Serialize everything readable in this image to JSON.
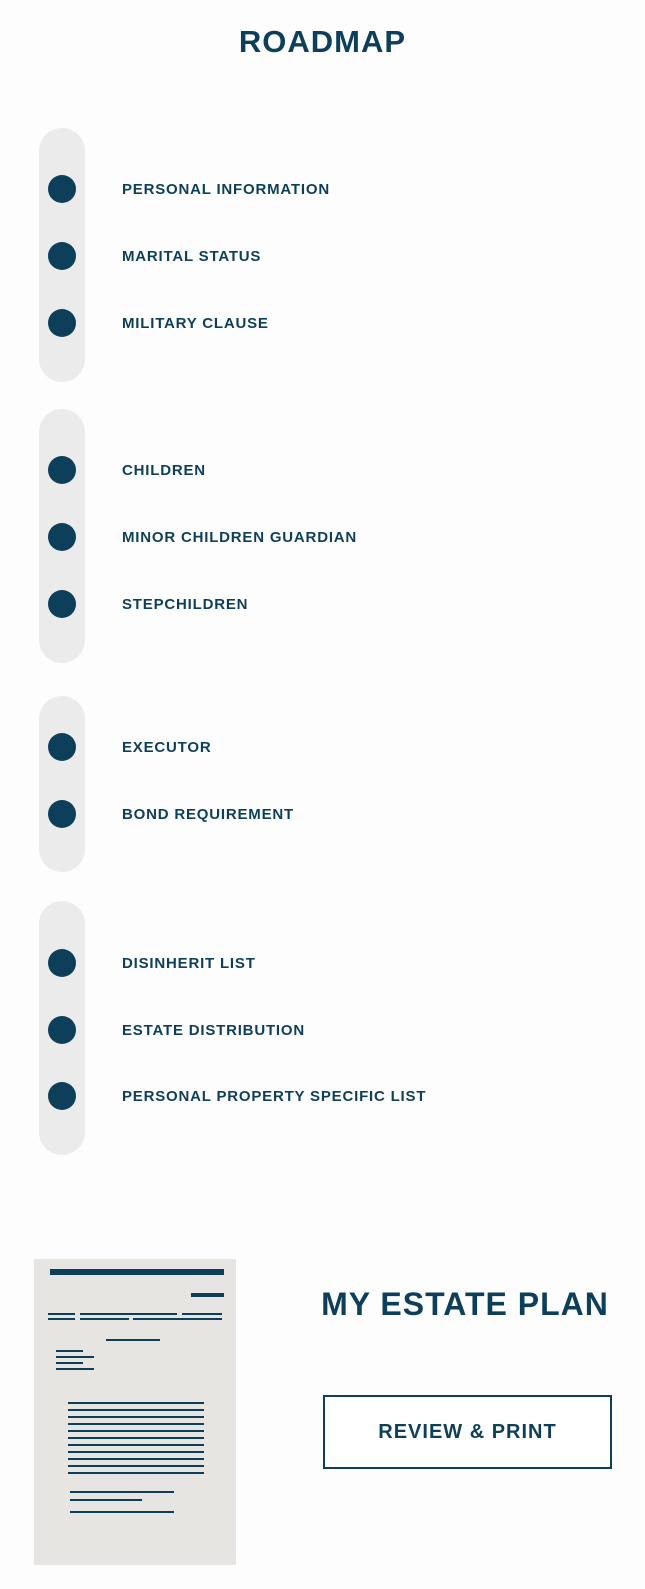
{
  "page": {
    "title": "ROADMAP"
  },
  "roadmap": {
    "groups": [
      {
        "steps": [
          {
            "label": "PERSONAL INFORMATION"
          },
          {
            "label": "MARITAL STATUS"
          },
          {
            "label": "MILITARY CLAUSE"
          }
        ]
      },
      {
        "steps": [
          {
            "label": "CHILDREN"
          },
          {
            "label": "MINOR CHILDREN GUARDIAN"
          },
          {
            "label": "STEPCHILDREN"
          }
        ]
      },
      {
        "steps": [
          {
            "label": "EXECUTOR"
          },
          {
            "label": "BOND REQUIREMENT"
          }
        ]
      },
      {
        "steps": [
          {
            "label": "DISINHERIT LIST"
          },
          {
            "label": "ESTATE DISTRIBUTION"
          },
          {
            "label": "PERSONAL PROPERTY SPECIFIC LIST"
          }
        ]
      }
    ]
  },
  "estate_plan": {
    "title": "MY ESTATE PLAN",
    "button_label": "REVIEW & PRINT"
  },
  "colors": {
    "primary": "#0e3f5a",
    "track": "#ebebeb",
    "document": "#e6e5e1"
  },
  "icons": {
    "document": "document-preview-icon",
    "step": "step-dot-icon"
  }
}
